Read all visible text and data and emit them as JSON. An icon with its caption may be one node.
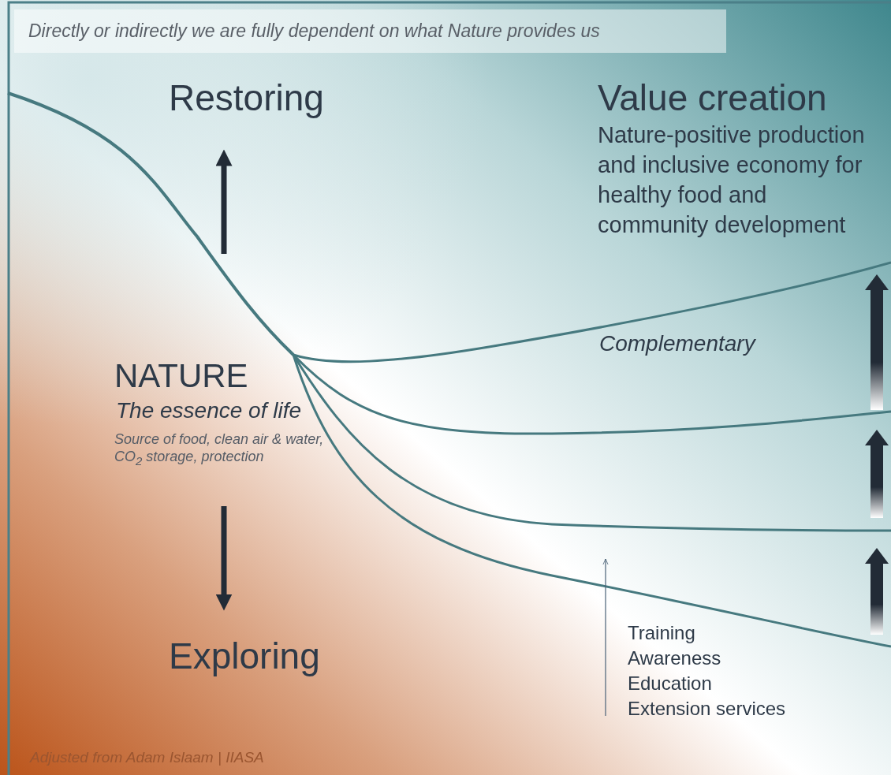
{
  "diagram": {
    "title": "Directly or indirectly we are fully dependent on what Nature provides us",
    "caption": "Adjusted from Adam Islaam | IIASA",
    "labels": [
      "Restoring",
      "Value creation",
      "Nature-positive production and inclusive economy for healthy food and community development",
      "Complementary",
      "NATURE",
      "The essence of life",
      "Source of food, clean air & water, CO$_{2}$ storage, protection",
      "Exploring",
      "Training",
      "Awareness",
      "Education",
      "Extension services"
    ]
  }
}
